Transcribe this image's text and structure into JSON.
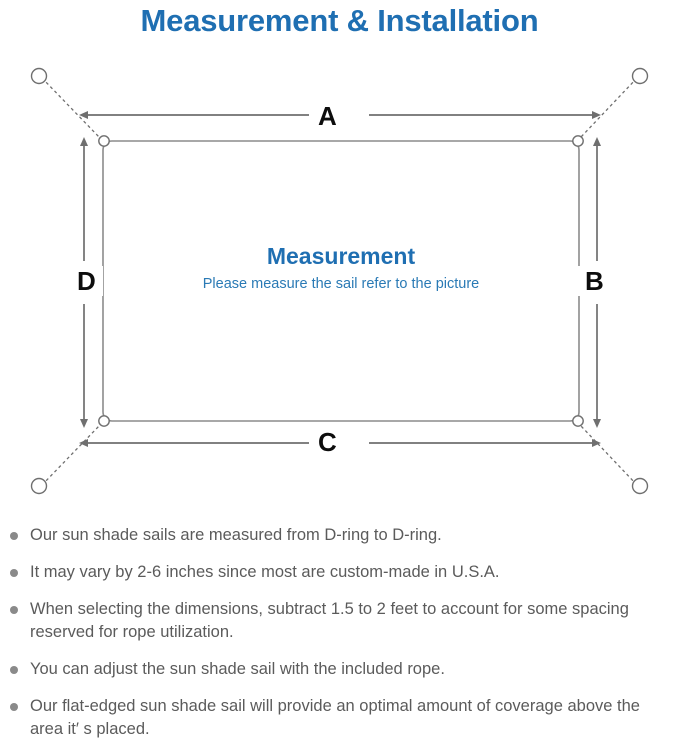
{
  "header": {
    "title": "Measurement & Installation",
    "title_color": "#1f6fb2"
  },
  "diagram": {
    "name": "sun-shade-sail-measurement-diagram",
    "center_heading": "Measurement",
    "center_subtext": "Please measure the sail refer to the picture",
    "heading_color": "#1f6fb2",
    "subtext_color": "#2a7ab5",
    "line_color": "#7d7d7d",
    "dimension_labels": {
      "top": "A",
      "right": "B",
      "bottom": "C",
      "left": "D"
    },
    "d_rings": [
      {
        "name": "d-ring-top-left"
      },
      {
        "name": "d-ring-top-right"
      },
      {
        "name": "d-ring-bottom-left"
      },
      {
        "name": "d-ring-bottom-right"
      }
    ],
    "anchor_points": [
      {
        "name": "anchor-point-top-left"
      },
      {
        "name": "anchor-point-top-right"
      },
      {
        "name": "anchor-point-bottom-left"
      },
      {
        "name": "anchor-point-bottom-right"
      }
    ]
  },
  "notes": {
    "bullet_color": "#8a8a8a",
    "text_color": "#5b5b5b",
    "items": [
      "Our sun shade sails are measured from D-ring to D-ring.",
      "It may vary by 2-6 inches since most are custom-made in U.S.A.",
      "When selecting the dimensions, subtract 1.5 to 2 feet to account for some spacing reserved for rope utilization.",
      "You can adjust the sun shade sail with the included rope.",
      "Our flat-edged sun shade sail will provide an optimal amount of coverage above the area it′ s placed."
    ]
  }
}
